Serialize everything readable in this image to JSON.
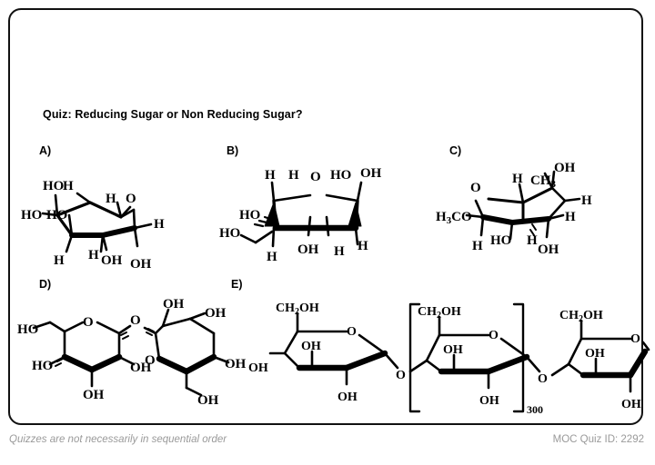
{
  "card": {
    "title": "Quiz: Reducing Sugar or Non Reducing Sugar?",
    "border_color": "#111111",
    "background": "#ffffff"
  },
  "footer": {
    "note": "Quizzes are not necessarily in sequential order",
    "quiz_id": "MOC Quiz ID: 2292",
    "color": "#9a9a9a"
  },
  "structures": [
    {
      "label": "A)",
      "name": "chair-conformation-glucopyranose",
      "description": "Chair conformation pyranose ring with free anomeric hydroxyl",
      "atom_labels": [
        "HO",
        "OH",
        "HO",
        "HO",
        "O",
        "H",
        "H",
        "H",
        "H",
        "H",
        "OH",
        "OH"
      ]
    },
    {
      "label": "B)",
      "name": "furanose-haworth-fructofuranose",
      "description": "Haworth furanose ring with hydroxymethyl and free anomeric hydroxyl",
      "atom_labels": [
        "H",
        "H",
        "O",
        "HO",
        "OH",
        "HO",
        "HO",
        "H",
        "OH",
        "H",
        "H"
      ]
    },
    {
      "label": "C)",
      "name": "methyl-glycoside-chair",
      "description": "Chair conformation methyl glycoside, anomeric position methylated",
      "atom_labels": [
        "H",
        "CH3",
        "OH",
        "O",
        "H3CO",
        "H",
        "H",
        "H",
        "HO",
        "H",
        "OH"
      ]
    },
    {
      "label": "D)",
      "name": "disaccharide-two-pyranose-rings",
      "description": "Disaccharide, two pyranose rings joined by glycosidic oxygen",
      "atom_labels": [
        "HO",
        "O",
        "O",
        "O",
        "HO",
        "OH",
        "OH",
        "OH",
        "OH",
        "OH",
        "OH",
        "O"
      ]
    },
    {
      "label": "E)",
      "name": "polysaccharide-repeating-unit-300",
      "description": "Polysaccharide chain, bracketed repeating unit",
      "repeat_count": "300",
      "atom_labels": [
        "CH2OH",
        "CH2OH",
        "CH2OH",
        "O",
        "O",
        "O",
        "O",
        "O",
        "OH",
        "OH",
        "OH",
        "OH",
        "OH",
        "OH",
        "OH"
      ]
    }
  ],
  "glyphs": {
    "HO": "HO",
    "OH": "OH",
    "H": "H",
    "O": "O",
    "CH3_c": "CH",
    "CH3_sub": "3",
    "H3CO_h": "H",
    "H3CO_sub": "3",
    "H3CO_co": "CO",
    "CH2OH_c": "CH",
    "CH2OH_sub": "2",
    "CH2OH_oh": "OH"
  }
}
